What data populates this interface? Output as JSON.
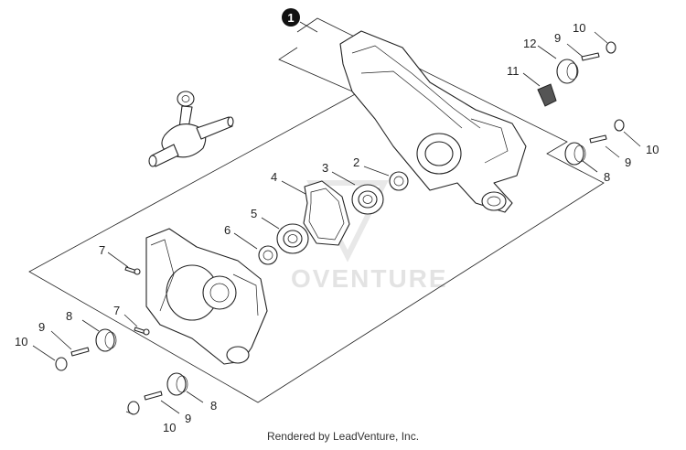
{
  "diagram": {
    "assembly_badge": "1",
    "watermark": "OVENTURE",
    "footer": "Rendered by LeadVenture, Inc.",
    "callouts": {
      "c2": "2",
      "c3": "3",
      "c4": "4",
      "c5": "5",
      "c6": "6",
      "c7a": "7",
      "c7b": "7",
      "c8a": "8",
      "c8b": "8",
      "c8c": "8",
      "c9a": "9",
      "c9b": "9",
      "c9c": "9",
      "c9d": "9",
      "c10a": "10",
      "c10b": "10",
      "c10c": "10",
      "c10d": "10",
      "c11": "11",
      "c12": "12"
    }
  }
}
